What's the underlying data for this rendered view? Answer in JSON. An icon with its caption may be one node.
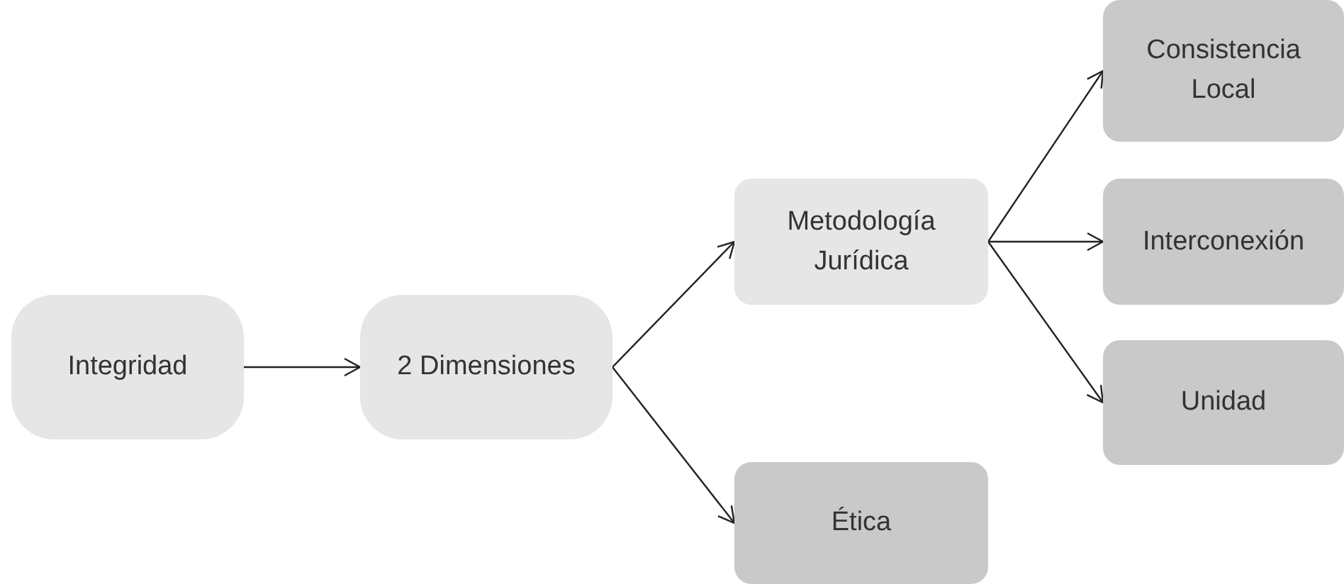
{
  "diagram": {
    "nodes": [
      {
        "text": [
          "Integridad"
        ]
      },
      {
        "text": [
          "2 Dimensiones"
        ]
      },
      {
        "text": [
          "Metodología Jurídica"
        ]
      },
      {
        "text": [
          "Ética"
        ]
      },
      {
        "text": [
          "Consistencia Local"
        ]
      },
      {
        "text": [
          "Interconexión"
        ]
      },
      {
        "text": [
          "Unidad"
        ]
      }
    ],
    "edges": [
      {
        "from": 0,
        "to": 1,
        "arrow": "to"
      },
      {
        "from": 1,
        "to": 2,
        "arrow": "to"
      },
      {
        "from": 1,
        "to": 3,
        "arrow": "to"
      },
      {
        "from": 2,
        "to": 4,
        "arrow": "to"
      },
      {
        "from": 2,
        "to": 5,
        "arrow": "to"
      },
      {
        "from": 2,
        "to": 6,
        "arrow": "to"
      }
    ]
  }
}
